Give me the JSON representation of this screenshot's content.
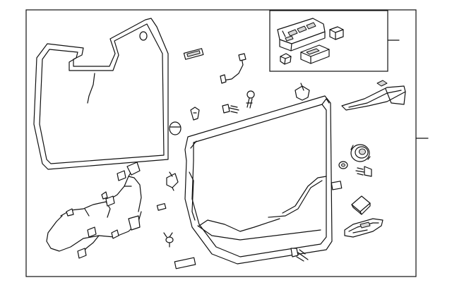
{
  "diagram": {
    "background_color": "#ffffff",
    "line_color": "#111111",
    "parts": [
      {
        "name": "water-deflector"
      },
      {
        "name": "door-trim-panel"
      },
      {
        "name": "window-switch-assembly"
      },
      {
        "name": "door-harness"
      },
      {
        "name": "garnish-trim-strip"
      },
      {
        "name": "speaker"
      },
      {
        "name": "pull-handle-bezel"
      },
      {
        "name": "clip"
      },
      {
        "name": "screw"
      },
      {
        "name": "bolt"
      }
    ],
    "callouts": [
      {
        "for": "window-switch-assembly"
      },
      {
        "for": "door-trim-panel"
      }
    ]
  }
}
